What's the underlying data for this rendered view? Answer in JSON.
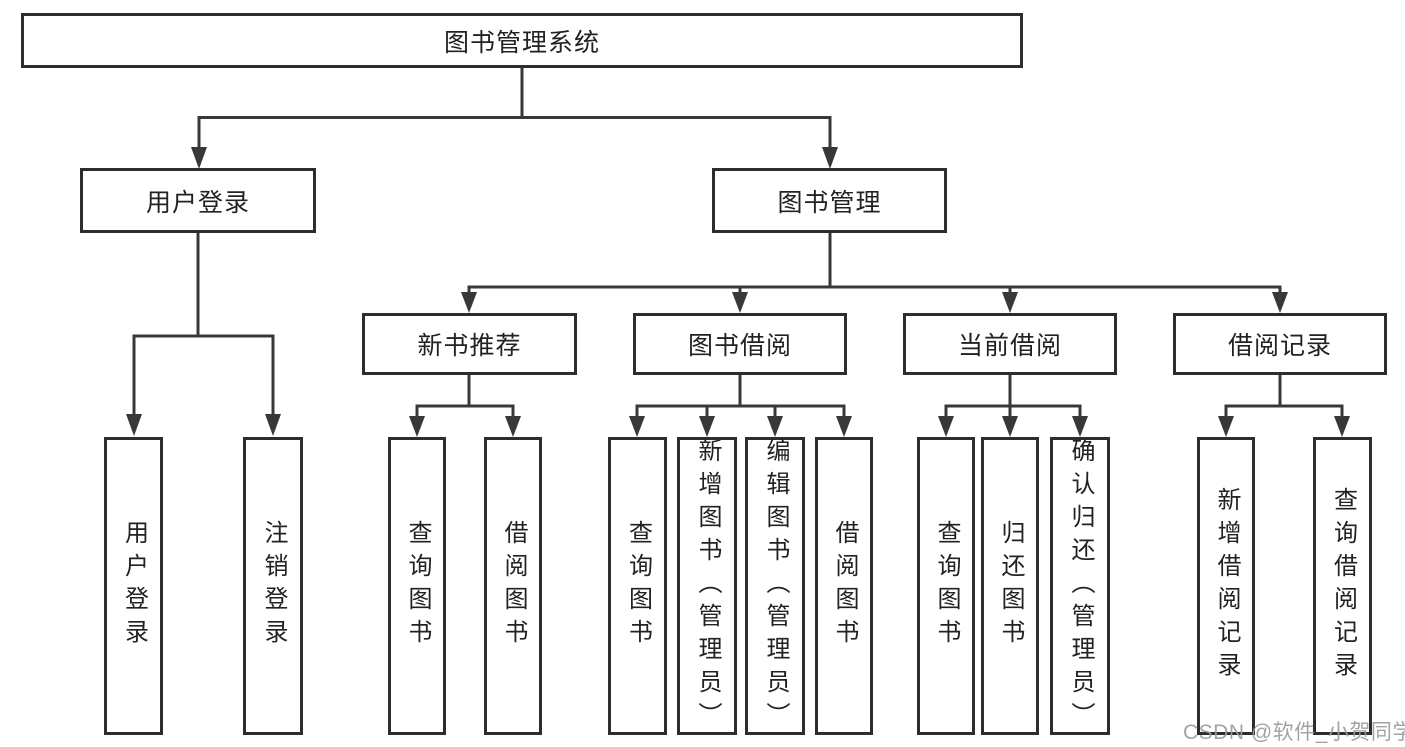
{
  "tree": {
    "root": {
      "label": "图书管理系统"
    },
    "branches": [
      {
        "label": "用户登录",
        "children": [
          "用户登录",
          "注销登录"
        ]
      },
      {
        "label": "图书管理",
        "modules": [
          {
            "label": "新书推荐",
            "children": [
              "查询图书",
              "借阅图书"
            ]
          },
          {
            "label": "图书借阅",
            "children": [
              "查询图书",
              "新增图书（管理员）",
              "编辑图书（管理员）",
              "借阅图书"
            ]
          },
          {
            "label": "当前借阅",
            "children": [
              "查询图书",
              "归还图书",
              "确认归还（管理员）"
            ]
          },
          {
            "label": "借阅记录",
            "children": [
              "新增借阅记录",
              "查询借阅记录"
            ]
          }
        ]
      }
    ]
  },
  "watermark": {
    "text": "CSDN @软件_小贺同学"
  },
  "colors": {
    "line": "#383838",
    "box_border": "#2d2d2d",
    "text": "#222222",
    "watermark": "#9b9b9b",
    "background": "#ffffff"
  }
}
